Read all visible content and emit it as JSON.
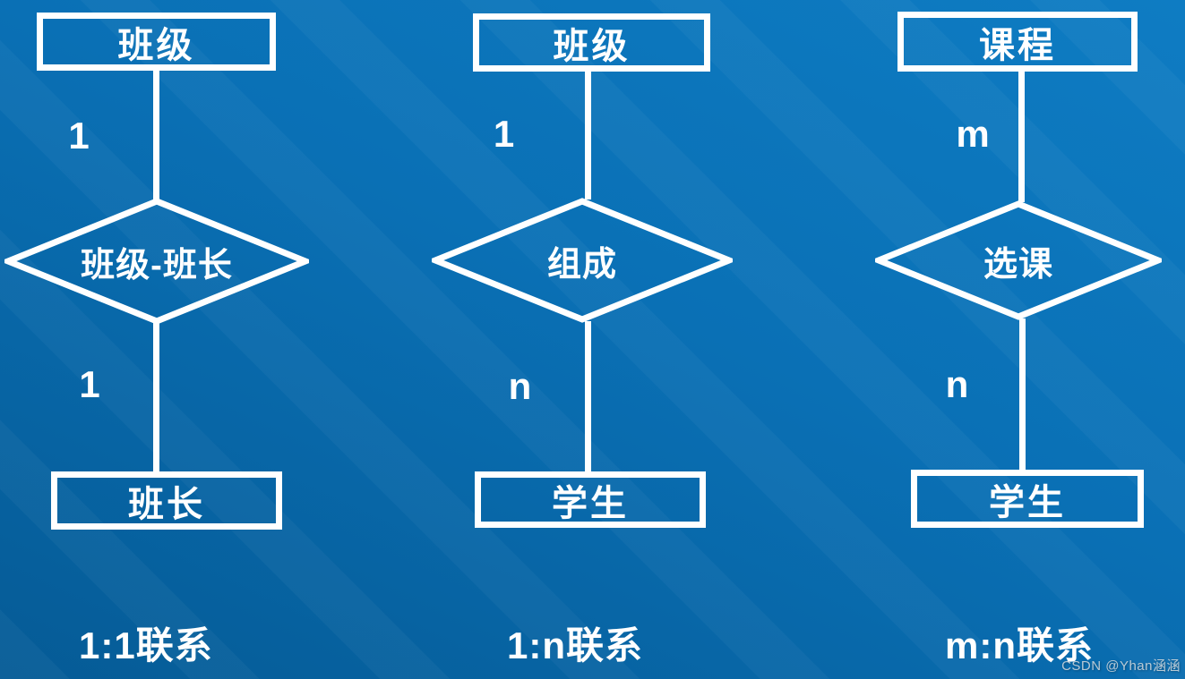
{
  "colors": {
    "background_top": "#0e7cc3",
    "background_bottom": "#055b96",
    "shape_stroke": "#ffffff",
    "text": "#ffffff"
  },
  "diagrams": [
    {
      "top_entity": "班级",
      "top_cardinality": "1",
      "relationship": "班级-班长",
      "bottom_cardinality": "1",
      "bottom_entity": "班长",
      "caption": "1:1联系"
    },
    {
      "top_entity": "班级",
      "top_cardinality": "1",
      "relationship": "组成",
      "bottom_cardinality": "n",
      "bottom_entity": "学生",
      "caption": "1:n联系"
    },
    {
      "top_entity": "课程",
      "top_cardinality": "m",
      "relationship": "选课",
      "bottom_cardinality": "n",
      "bottom_entity": "学生",
      "caption": "m:n联系"
    }
  ],
  "watermark": "CSDN @Yhan涵涵"
}
